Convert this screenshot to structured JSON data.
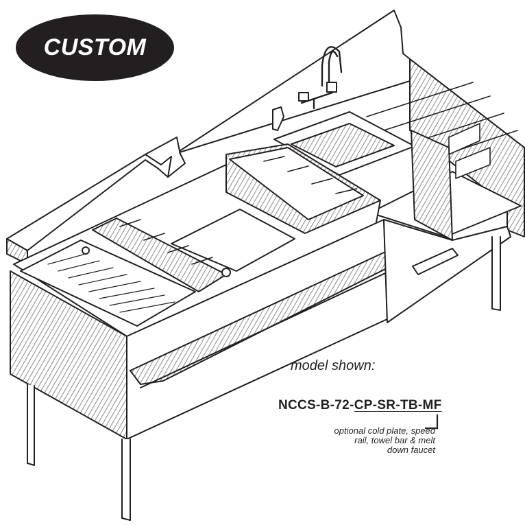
{
  "badge": {
    "label": "CUSTOM"
  },
  "caption": {
    "label": "model shown:"
  },
  "model": {
    "base": "NCCS-B-72-",
    "options": [
      "CP",
      "SR",
      "TB",
      "MF"
    ],
    "separator": "-"
  },
  "note": {
    "lines": [
      "optional cold plate, speed",
      "rail, towel bar & melt",
      "down faucet"
    ]
  },
  "colors": {
    "ink": "#231f20",
    "badge": "#231f20",
    "hatch": "#6e6e6e"
  }
}
